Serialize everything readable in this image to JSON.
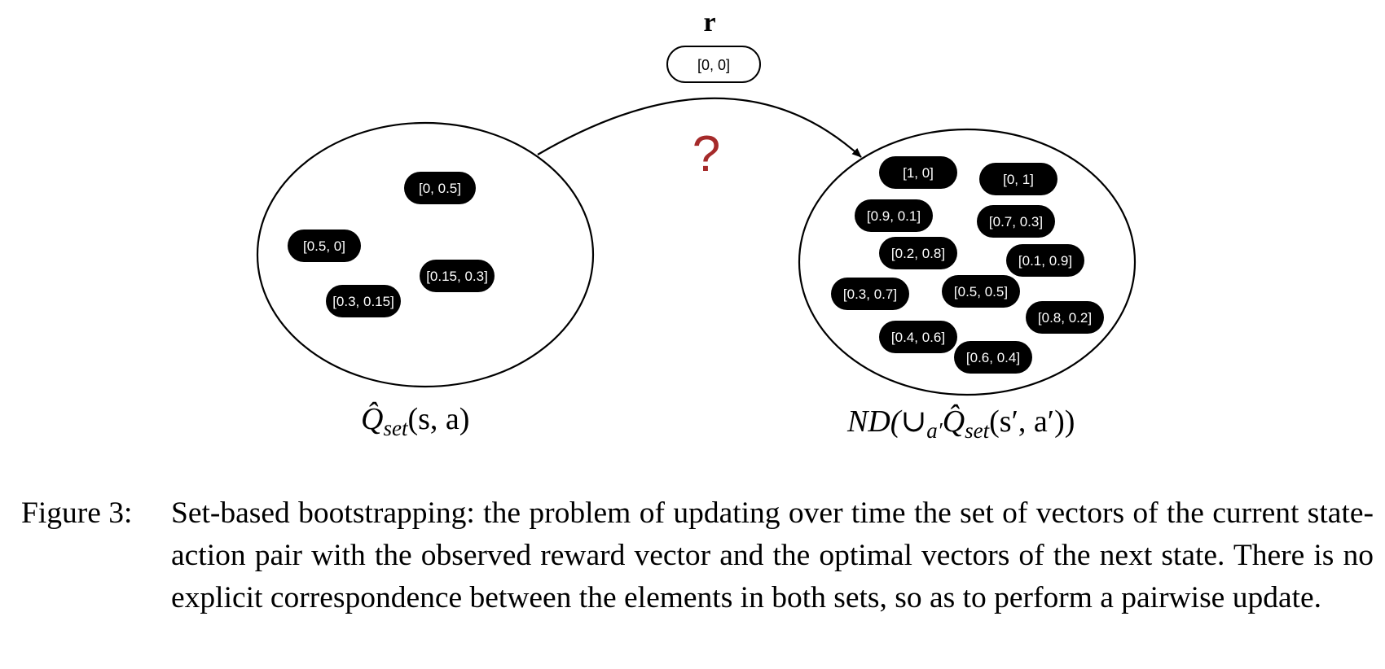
{
  "reward": {
    "label": "r",
    "value": "[0, 0]"
  },
  "question_mark": "?",
  "question_color": "#a52a2a",
  "left_set": {
    "label_main": "Q̂",
    "label_sub": "set",
    "label_args": "(s, a)",
    "vectors": [
      "[0, 0.5]",
      "[0.5, 0]",
      "[0.15, 0.3]",
      "[0.3, 0.15]"
    ]
  },
  "right_set": {
    "label_prefix": "ND(∪",
    "label_prefix_sub": "a′",
    "label_main": "Q̂",
    "label_sub": "set",
    "label_args": "(s′, a′))",
    "vectors": [
      "[1, 0]",
      "[0, 1]",
      "[0.9, 0.1]",
      "[0.7, 0.3]",
      "[0.2, 0.8]",
      "[0.1, 0.9]",
      "[0.3, 0.7]",
      "[0.5, 0.5]",
      "[0.8, 0.2]",
      "[0.4, 0.6]",
      "[0.6, 0.4]"
    ]
  },
  "caption": {
    "label": "Figure 3:",
    "text": "Set-based bootstrapping: the problem of updating over time the set of vectors of the current state-action pair with the observed reward vector and the optimal vectors of the next state. There is no explicit correspondence between the elements in both sets, so as to perform a pairwise update."
  }
}
